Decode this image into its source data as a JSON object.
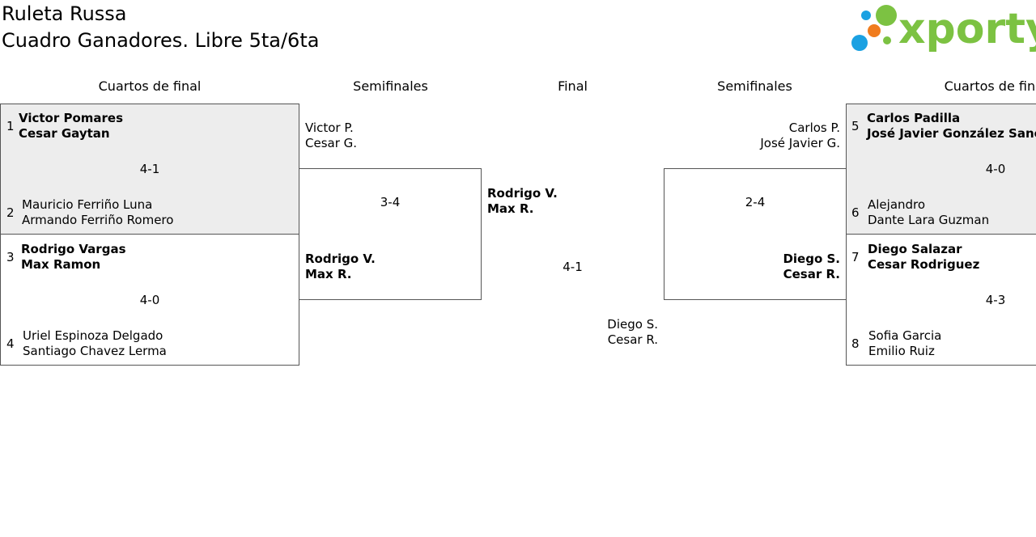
{
  "header": {
    "title_line1": "Ruleta Russa",
    "title_line2": "Cuadro Ganadores. Libre 5ta/6ta",
    "logo_text": "xporty"
  },
  "rounds": {
    "left_qf": "Cuartos de final",
    "left_sf": "Semifinales",
    "final": "Final",
    "right_sf": "Semifinales",
    "right_qf": "Cuartos de final"
  },
  "left_qf": [
    {
      "top": {
        "seed": "1",
        "player1": "Victor Pomares",
        "player2": "Cesar Gaytan"
      },
      "score": "4-1",
      "bottom": {
        "seed": "2",
        "player1": "Mauricio Ferriño Luna",
        "player2": "Armando Ferriño Romero"
      }
    },
    {
      "top": {
        "seed": "3",
        "player1": "Rodrigo Vargas",
        "player2": "Max Ramon"
      },
      "score": "4-0",
      "bottom": {
        "seed": "4",
        "player1": "Uriel Espinoza Delgado",
        "player2": "Santiago Chavez Lerma"
      }
    }
  ],
  "left_sf": {
    "top": {
      "player1": "Victor P.",
      "player2": "Cesar G."
    },
    "score": "3-4",
    "bottom": {
      "player1": "Rodrigo V.",
      "player2": "Max R."
    }
  },
  "final": {
    "top": {
      "player1": "Rodrigo V.",
      "player2": "Max R."
    },
    "score": "4-1",
    "bottom": {
      "player1": "Diego S.",
      "player2": "Cesar R."
    }
  },
  "right_sf": {
    "top": {
      "player1": "Carlos P.",
      "player2": "José Javier G."
    },
    "score": "2-4",
    "bottom": {
      "player1": "Diego S.",
      "player2": "Cesar R."
    }
  },
  "right_qf": [
    {
      "top": {
        "seed": "5",
        "player1": "Carlos Padilla",
        "player2": "José Javier González Sanchez"
      },
      "score": "4-0",
      "bottom": {
        "seed": "6",
        "player1": "Alejandro",
        "player2": "Dante Lara Guzman"
      }
    },
    {
      "top": {
        "seed": "7",
        "player1": "Diego Salazar",
        "player2": "Cesar Rodriguez"
      },
      "score": "4-3",
      "bottom": {
        "seed": "8",
        "player1": "Sofia Garcia",
        "player2": "Emilio Ruiz"
      }
    }
  ],
  "colors": {
    "logo_green": "#7cc242",
    "logo_blue": "#1ba1e2",
    "logo_orange": "#f07c1e",
    "shade": "#ededed"
  }
}
